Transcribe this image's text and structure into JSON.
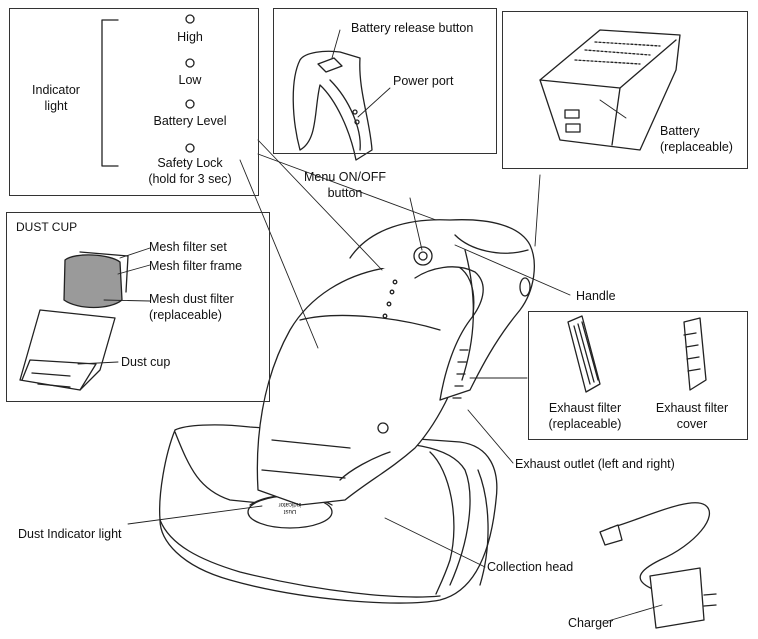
{
  "indicator_panel": {
    "group_label": "Indicator\nlight",
    "items": [
      "High",
      "Low",
      "Battery Level",
      "Safety Lock\n(hold for 3 sec)"
    ]
  },
  "labels": {
    "battery_release_button": "Battery release button",
    "power_port": "Power port",
    "battery": "Battery\n(replaceable)",
    "menu_button": "Menu ON/OFF\nbutton",
    "handle": "Handle",
    "exhaust_filter": "Exhaust filter\n(replaceable)",
    "exhaust_filter_cover": "Exhaust filter\ncover",
    "exhaust_outlet": "Exhaust outlet (left and right)",
    "dust_indicator_light": "Dust Indicator light",
    "collection_head": "Collection head",
    "charger": "Charger"
  },
  "dust_cup_panel": {
    "title": "DUST CUP",
    "mesh_filter_set": "Mesh filter set",
    "mesh_filter_frame": "Mesh filter frame",
    "mesh_dust_filter": "Mesh dust filter\n(replaceable)",
    "dust_cup": "Dust cup"
  },
  "dust_indicator_text": "Dust\nindicator"
}
